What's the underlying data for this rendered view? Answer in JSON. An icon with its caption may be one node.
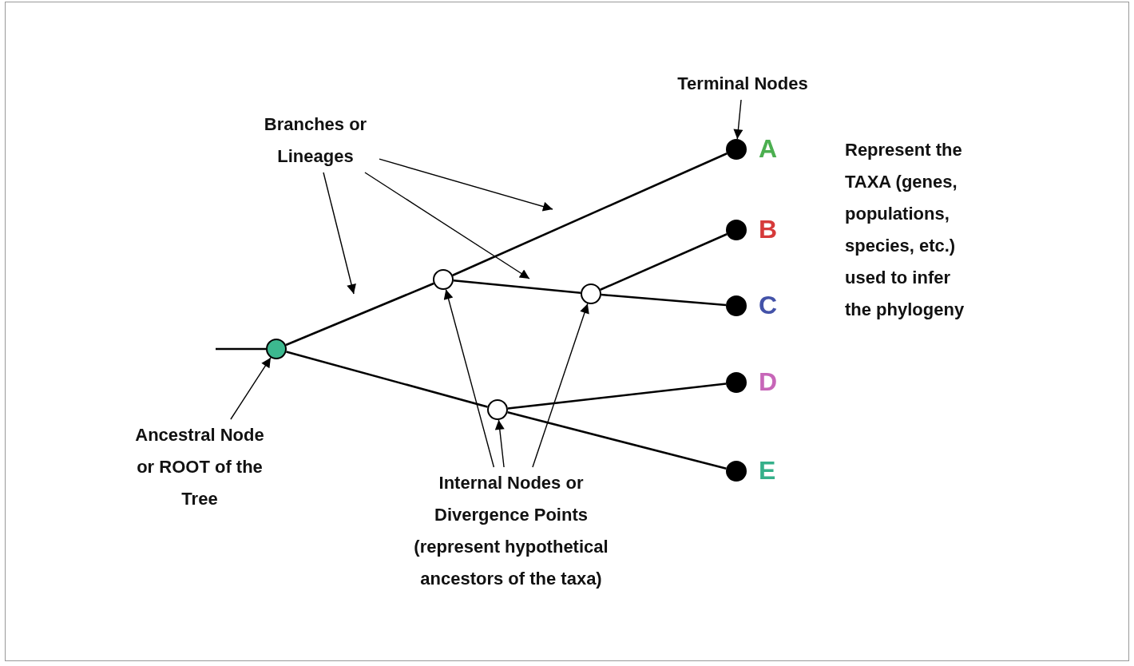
{
  "diagram": {
    "nodes": [
      {
        "text": [
          "Branches or Lineages"
        ]
      },
      {
        "text": [
          "Terminal Nodes"
        ]
      },
      {
        "text": [],
        "shape": "circle"
      },
      {
        "text": [],
        "shape": "circle"
      },
      {
        "text": [],
        "shape": "circle"
      },
      {
        "text": [],
        "shape": "circle"
      },
      {
        "text": [],
        "shape": "circle",
        "beside": [
          "A"
        ]
      },
      {
        "text": [],
        "shape": "circle",
        "beside": [
          "B"
        ]
      },
      {
        "text": [],
        "shape": "circle",
        "beside": [
          "C"
        ]
      },
      {
        "text": [],
        "shape": "circle",
        "beside": [
          "D"
        ]
      },
      {
        "text": [],
        "shape": "circle",
        "beside": [
          "E"
        ]
      },
      {
        "text": [
          "Ancestral Node or ROOT of the Tree"
        ]
      },
      {
        "text": [
          "Internal Nodes or Divergence Points (represent hypothetical ancestors of the taxa)"
        ]
      }
    ],
    "edges": [
      {
        "from": null,
        "to": 2,
        "arrow": "none"
      },
      {
        "from": 2,
        "to": 3,
        "arrow": "none"
      },
      {
        "from": 2,
        "to": 5,
        "arrow": "none"
      },
      {
        "from": 3,
        "to": 6,
        "arrow": "none"
      },
      {
        "from": 3,
        "to": 4,
        "arrow": "none"
      },
      {
        "from": 4,
        "to": 7,
        "arrow": "none"
      },
      {
        "from": 4,
        "to": 8,
        "arrow": "none"
      },
      {
        "from": 5,
        "to": 9,
        "arrow": "none"
      },
      {
        "from": 5,
        "to": 10,
        "arrow": "none"
      },
      {
        "from": 1,
        "to": 6,
        "arrow": "to"
      },
      {
        "from": 0,
        "to": null,
        "arrow": "to"
      },
      {
        "from": 0,
        "to": null,
        "arrow": "to"
      },
      {
        "from": 0,
        "to": null,
        "arrow": "to"
      },
      {
        "from": 11,
        "to": 2,
        "arrow": "to"
      },
      {
        "from": 12,
        "to": 3,
        "arrow": "to"
      },
      {
        "from": 12,
        "to": 4,
        "arrow": "to"
      },
      {
        "from": 12,
        "to": 5,
        "arrow": "to"
      }
    ],
    "labels": [
      "Represent the TAXA (genes, populations, species, etc.) used to infer the phylogeny"
    ]
  }
}
